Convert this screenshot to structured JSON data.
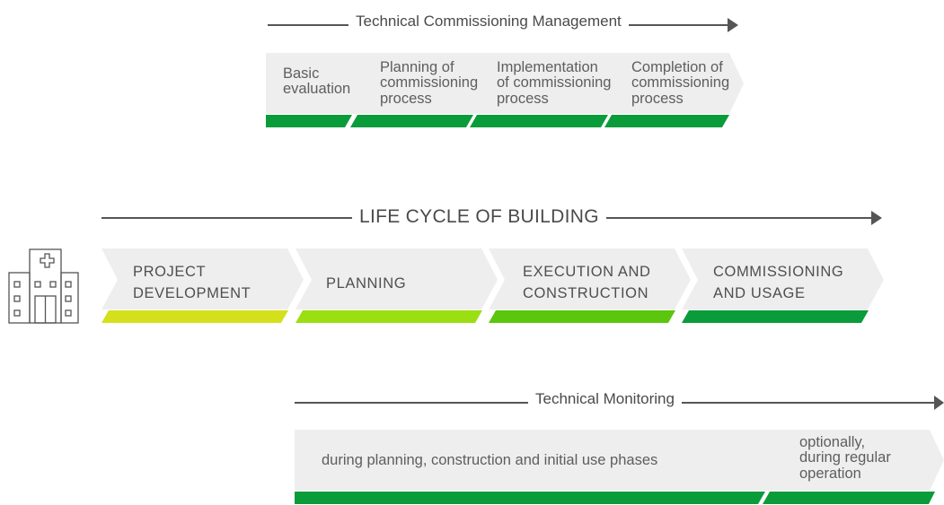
{
  "top_section": {
    "title": "Technical Commissioning Management",
    "steps": [
      {
        "label": "Basic\nevaluation"
      },
      {
        "label": "Planning of\ncommissioning\nprocess"
      },
      {
        "label": "Implementation\nof commissioning\nprocess"
      },
      {
        "label": "Completion of\ncommissioning\nprocess"
      }
    ],
    "bar_color": "#0a9b3b"
  },
  "middle_section": {
    "title": "LIFE CYCLE OF BUILDING",
    "icon": "hospital-building-icon",
    "phases": [
      {
        "label": "PROJECT\nDEVELOPMENT",
        "bar_color": "#d4e01c"
      },
      {
        "label": "PLANNING",
        "bar_color": "#9bde12"
      },
      {
        "label": "EXECUTION AND\nCONSTRUCTION",
        "bar_color": "#5cc50d"
      },
      {
        "label": "COMMISSIONING\nAND USAGE",
        "bar_color": "#0a9b3b"
      }
    ]
  },
  "bottom_section": {
    "title": "Technical Monitoring",
    "segments": [
      {
        "label": "during planning, construction and initial use phases"
      },
      {
        "label": "optionally,\nduring regular\noperation"
      }
    ],
    "bar_color": "#0a9b3b"
  },
  "colors": {
    "arrow_fill": "#eeeeee",
    "line": "#555555",
    "text": "#5e5e5e"
  }
}
